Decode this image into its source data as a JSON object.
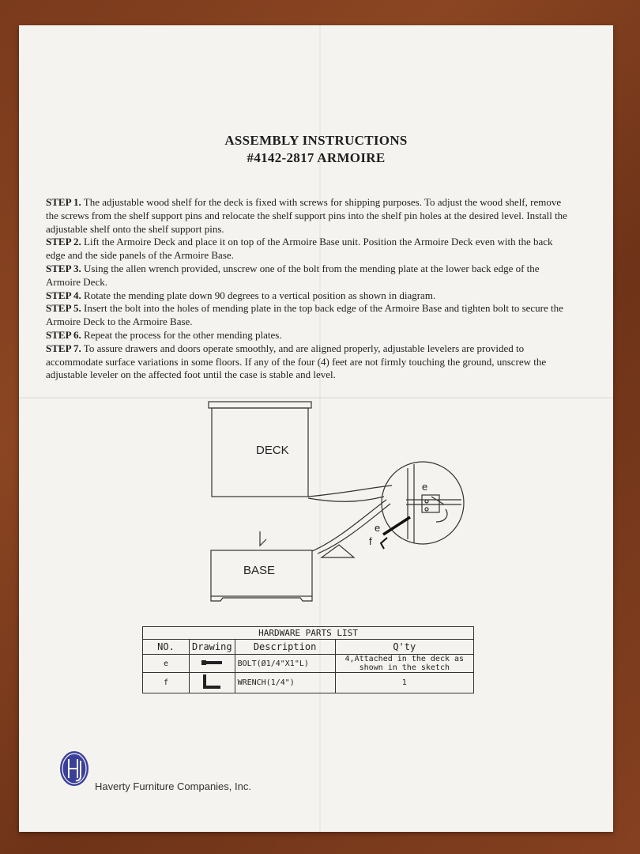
{
  "header": {
    "title_line1": "ASSEMBLY INSTRUCTIONS",
    "title_line2": "#4142-2817 ARMOIRE"
  },
  "steps": [
    {
      "label": "STEP 1.",
      "text": " The adjustable wood shelf for the deck is fixed with screws for shipping purposes. To adjust the wood shelf, remove the screws from the shelf support pins and relocate the shelf support pins into the shelf pin holes at the desired level. Install the adjustable shelf onto the shelf support pins."
    },
    {
      "label": "STEP 2.",
      "text": " Lift the Armoire Deck and place it on top of the Armoire Base unit. Position the Armoire Deck even with the back edge and the side panels of the Armoire Base."
    },
    {
      "label": "STEP 3.",
      "text": " Using the allen wrench provided, unscrew one of the bolt from the mending plate at the lower back edge of the Armoire Deck."
    },
    {
      "label": "STEP 4.",
      "text": " Rotate the mending plate down 90 degrees to a vertical position as shown in diagram."
    },
    {
      "label": "STEP 5.",
      "text": " Insert the bolt into the holes of mending plate in the top back edge of the Armoire Base and tighten bolt to secure the Armoire Deck to the Armoire Base."
    },
    {
      "label": "STEP 6.",
      "text": " Repeat the process for the other mending plates."
    },
    {
      "label": "STEP 7.",
      "text": " To assure drawers and doors operate smoothly, and are aligned properly, adjustable levelers are provided to accommodate surface variations in some floors. If any of the four (4) feet are not firmly touching the ground, unscrew the adjustable leveler on the affected foot until the case is stable and level."
    }
  ],
  "diagram": {
    "deck_label": "DECK",
    "base_label": "BASE",
    "callout_e_top": "e",
    "callout_e": "e",
    "callout_f": "f"
  },
  "parts_table": {
    "caption": "HARDWARE PARTS LIST",
    "headers": [
      "NO.",
      "Drawing",
      "Description",
      "Q'ty"
    ],
    "rows": [
      {
        "no": "e",
        "drawing_icon": "bolt-icon",
        "description": "BOLT(Ø1/4\"X1\"L)",
        "qty": "4,Attached in the deck as shown in the sketch"
      },
      {
        "no": "f",
        "drawing_icon": "allen-wrench-icon",
        "description": "WRENCH(1/4\")",
        "qty": "1"
      }
    ]
  },
  "footer": {
    "logo_icon": "haverty-hi-logo-icon",
    "company": "Haverty Furniture Companies, Inc."
  },
  "colors": {
    "paper": "#f4f3ef",
    "table_background": "#8b4522",
    "ink": "#1f1f1f",
    "logo_blue": "#3a3f9a"
  }
}
